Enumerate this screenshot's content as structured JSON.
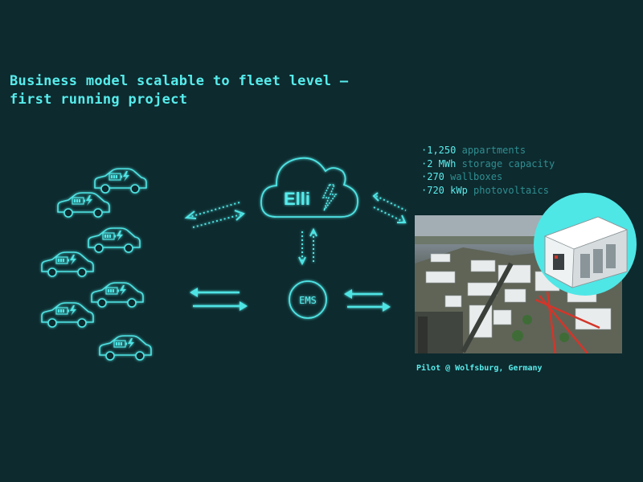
{
  "title": {
    "line1": "Business model scalable to fleet level –",
    "line2": "first running project"
  },
  "logo": {
    "text": "Elli"
  },
  "ems": {
    "label": "EMS"
  },
  "stats": [
    {
      "value": "·1,250",
      "label": "appartments"
    },
    {
      "value": "·2 MWh",
      "label": "storage capacity"
    },
    {
      "value": "·270",
      "label": "wallboxes"
    },
    {
      "value": "·720 kWp",
      "label": "photovoltaics"
    }
  ],
  "caption": "Pilot @ Wolfsburg, Germany",
  "colors": {
    "background": "#0d2a2e",
    "accent": "#57ecec",
    "muted": "#2f8f92"
  },
  "icons": [
    "electric-car-icon",
    "cloud-icon",
    "lightning-icon",
    "storage-unit-icon"
  ]
}
